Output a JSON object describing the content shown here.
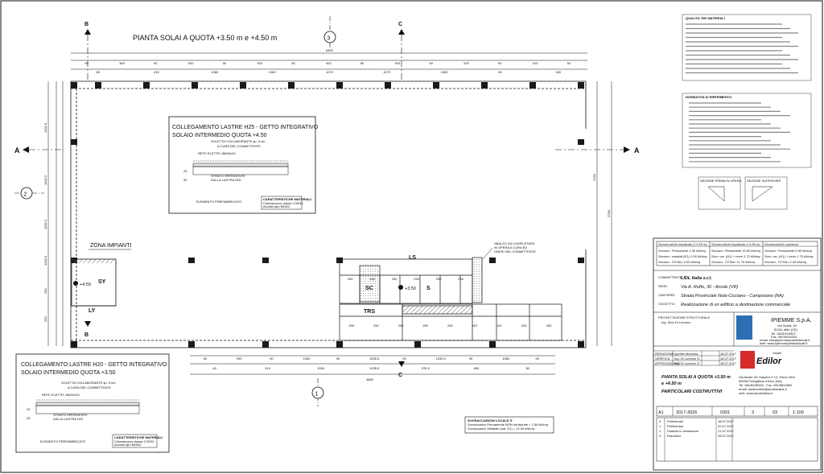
{
  "plan": {
    "title": "PIANTA SOLAI A QUOTA +3.50 m e +4.50 m",
    "total_width_dim": "6492",
    "total_width_dim_bottom": "4865",
    "top_dims_row1": [
      "90",
      "360",
      "90",
      "920",
      "90",
      "920",
      "90",
      "920",
      "90",
      "920",
      "90",
      "920",
      "90",
      "910",
      "90"
    ],
    "top_dims_row2": [
      "80",
      "415",
      "1080",
      "1080",
      "1070",
      "1070",
      "1080",
      "90",
      "180"
    ],
    "bottom_dims_row1": [
      "90",
      "990",
      "90",
      "1000",
      "90",
      "1035.5",
      "90",
      "1034.5",
      "90",
      "1080",
      "90"
    ],
    "bottom_dims_row2": [
      "80",
      "910",
      "1000",
      "1035.5",
      "978.5",
      "800",
      "80"
    ],
    "left_dims": [
      "1002.5",
      "1002.5",
      "1002.5",
      "1002.5",
      "250",
      "250"
    ],
    "right_dims": [
      "2150",
      "2230"
    ],
    "section_marks": {
      "A": "A",
      "B": "B",
      "C": "C"
    },
    "axis_circles": [
      "3",
      "2",
      "1"
    ],
    "zona_impianti": "ZONA IMPIANTI",
    "rooms": {
      "SY": "SY",
      "LY": "LY",
      "SC": "SC",
      "S": "S",
      "TRS": "TRS",
      "LS": "LS"
    },
    "levels": {
      "left": "+4.50",
      "right": "+3.50"
    },
    "note_box": "SBALZO DA COMPLETARE IN OPERA A CURA ED ONERI DEL COMMITTENTE",
    "inner_dims_top": [
      "250",
      "250",
      "250",
      "250",
      "250",
      "250"
    ],
    "inner_dims_bottom": [
      "250",
      "250",
      "250",
      "250",
      "250",
      "167",
      "167",
      "250",
      "250"
    ],
    "loads_box": {
      "title": "SOVRACCARICHI LOCALE IT",
      "line1": "Sovraccarico Permanente NON strutturale = 1.50 kN/mq",
      "line2": "Sovraccarico Variabile (cat. E1) = 12.00 kN/mq"
    }
  },
  "detail_h25": {
    "title1": "COLLEGAMENTO LASTRE  H25 - GETTO INTEGRATIVO",
    "title2": "SOLAIO INTERMEDIO QUOTA +4.50",
    "soletta": "SOLETTA COLLABORANTE sp. 5 cm",
    "cura": "A CURA DEL COMMITTENTE",
    "rete": "RETE ELETTR. Ø8/20x20",
    "strato": "STRATO SPERIGENTE",
    "dalla": "DALLA LASTRA H25",
    "elemento": "ELEMENTO PREFABBRICATO",
    "materiali_title": "CARATTERISTICHE MATERIALI",
    "materiali_1": "Calcestruzzo classe C25/30",
    "materiali_2": "Acciaio tipo B450C",
    "dim_a": "25",
    "dim_b": "30"
  },
  "detail_h20": {
    "title1": "COLLEGAMENTO LASTRE  H20 - GETTO INTEGRATIVO",
    "title2": "SOLAIO INTERMEDIO QUOTA +3.50",
    "soletta": "SOLETTA COLLABORANTE sp. 5 cm",
    "cura": "A CURA DEL COMMITTENTE",
    "rete": "RETE ELETTR. Ø8/20x20",
    "strato": "STRATO SPERIGENTE",
    "dalla": "DALLA LASTRA H20",
    "elemento": "ELEMENTO PREFABBRICATO",
    "materiali_title": "CARATTERISTICHE MATERIALI",
    "materiali_1": "Calcestruzzo classe C25/30",
    "materiali_2": "Acciaio tipo B450C",
    "dim_a": "20",
    "dim_b": "25"
  },
  "notes": {
    "title": "QUALITA' DEI MATERIALI",
    "norm_title": "NORMATIVA DI RIFERIMENTO",
    "sez_left": "SEZIONE PRIMA IN OPERA",
    "sez_right": "SEZIONE SUPERIORE"
  },
  "loads_table": {
    "h1": "Sovraccarichi impalcato (+3.50 m)",
    "h2": "Sovraccarichi impalcato (+4.50 m)",
    "h3": "Sovraccarichi copertura",
    "c1": [
      "Sovracc. Permanenti  1.50 kN/mq",
      "Sovracc. variabili (E1)  2.00 kN/mq",
      "Sovracc. TOTALI  3.50 kN/mq"
    ],
    "c2": [
      "Sovracc. Permanenti  10.00 kN/mq",
      "Sovr. var. (H1) + neve  1.70 kN/mq",
      "Sovracc. TOTALI  11.70 kN/mq"
    ],
    "c3": [
      "Sovracc. Permanenti  0.90 kN/mq",
      "Sovr. var. (H1) + neve  1.70 kN/mq",
      "Sovracc. TOTALI  2.60 kN/mq"
    ]
  },
  "title_block": {
    "committente_label": "COMMITTENTE:",
    "committente": "LIDL Italia s.r.l.",
    "sede_label": "SEDE:",
    "sede": "Via A. Ruffo, 36 - Arcole (VR)",
    "cantiere_label": "CANTIERE:",
    "cantiere": "Strada Provinciale Nola-Cicciano - Camposano (NA)",
    "oggetto_label": "OGGETTO:",
    "oggetto": "Realizzazione di un edificio a destinazione commerciale",
    "progettazione": "PROGETTAZIONE STRUTTURALE",
    "ingegnere": "Ing. Sirio Di Lorenzo",
    "company": "IPIEMME  S.p.A.",
    "company_addr1": "Via Scafa, 18",
    "company_addr2": "81011 Alife (CE)",
    "company_tel": "Tel. 0823/918322",
    "company_fax": "Fax. 0823/918344",
    "company_email": "email: info@ipiemmeprefabbricati.it",
    "company_web": "web: www.ipiemmeprefabbricati.it",
    "brand": "Edilor",
    "brand_studio": "Studio",
    "brand_addr1": "Via Alcide De Gasperi n°13, Parco Sirio",
    "brand_addr2": "80038 Pomigliano d'Arco (NA)",
    "brand_tel": "Tel. 081/8435333 - Fax. 081/5842852",
    "brand_email": "email: studioedilor@studioedilor.it",
    "brand_web": "web: www.studioedilor.it",
    "tavola_title1": "PIANTA SOLAI A QUOTA +3.50 m",
    "tavola_title2": "e +4.50 m",
    "tavola_title3": "PARTICOLARI COSTRUTTIVI",
    "redazione": "REDAZIONE",
    "verifica": "VERIFICA",
    "approvazione": "APPROVAZIONE",
    "r1": "Ippolito Manuela",
    "r2": "Ing. Di Lorenzo S.",
    "r3": "Ing. Di Lorenzo S.",
    "date": "18.07.2017",
    "codes": [
      "A1",
      "2017-3026",
      "0301",
      "3",
      "03",
      "1:100"
    ],
    "revisions": [
      {
        "n": "0",
        "label": "Preliminare",
        "date": "18.07.2017"
      },
      {
        "n": "1",
        "label": "Preliminare",
        "date": "20.07.2017"
      },
      {
        "n": "2",
        "label": "Scarichi in fondazione",
        "date": "21.07.2017"
      },
      {
        "n": "3",
        "label": "Esecutivo",
        "date": "25.07.2017"
      }
    ]
  },
  "colors": {
    "ink": "#111111",
    "pillar": "#1a1a1a",
    "hatch": "#666666"
  }
}
